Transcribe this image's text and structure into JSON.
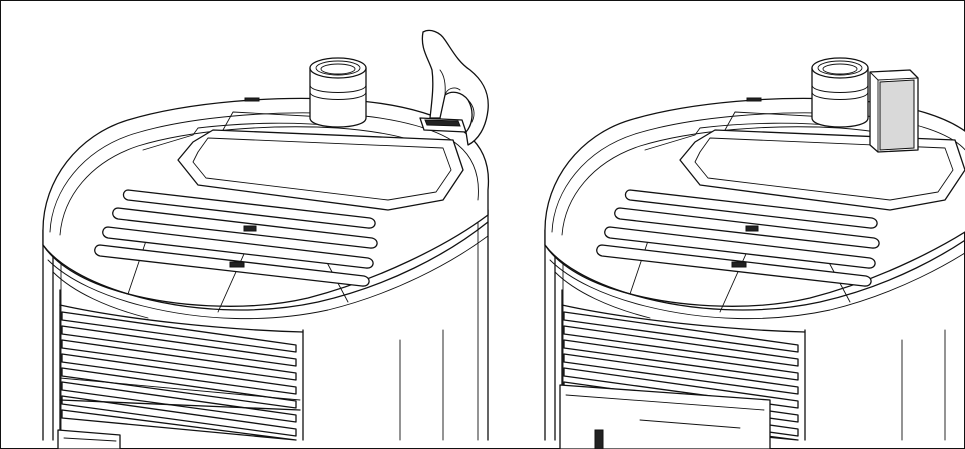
{
  "figure": {
    "panels": [
      {
        "id": "left",
        "state": "hand inserting top cover into slot"
      },
      {
        "id": "right",
        "state": "top cover standing in slot"
      }
    ],
    "colors": {
      "line": "#111111",
      "background": "#ffffff",
      "frame": "#111111"
    },
    "icons": [
      "stove-illustration",
      "hand-illustration",
      "flue-pipe-illustration"
    ]
  }
}
